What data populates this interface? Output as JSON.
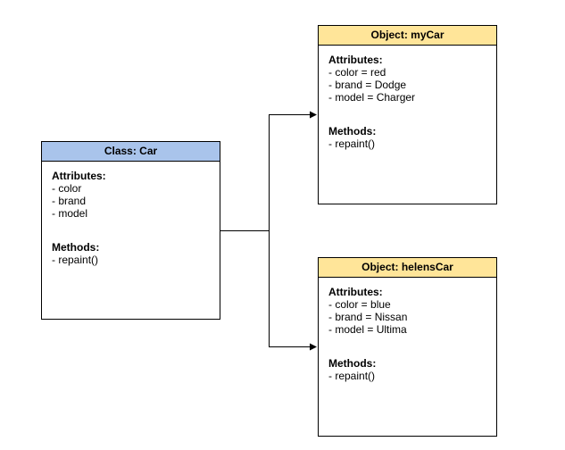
{
  "colors": {
    "class_header": "#A9C4EB",
    "object_header": "#FFE599",
    "border": "#000000",
    "connector": "#000000"
  },
  "class_box": {
    "title": "Class: Car",
    "attributes_title": "Attributes:",
    "attributes": [
      "- color",
      "- brand",
      "- model"
    ],
    "methods_title": "Methods:",
    "methods": [
      "- repaint()"
    ]
  },
  "objects": [
    {
      "title": "Object: myCar",
      "attributes_title": "Attributes:",
      "attributes": [
        "- color = red",
        "- brand = Dodge",
        "- model = Charger"
      ],
      "methods_title": "Methods:",
      "methods": [
        "- repaint()"
      ]
    },
    {
      "title": "Object: helensCar",
      "attributes_title": "Attributes:",
      "attributes": [
        "- color = blue",
        "- brand = Nissan",
        "- model = Ultima"
      ],
      "methods_title": "Methods:",
      "methods": [
        "- repaint()"
      ]
    }
  ]
}
